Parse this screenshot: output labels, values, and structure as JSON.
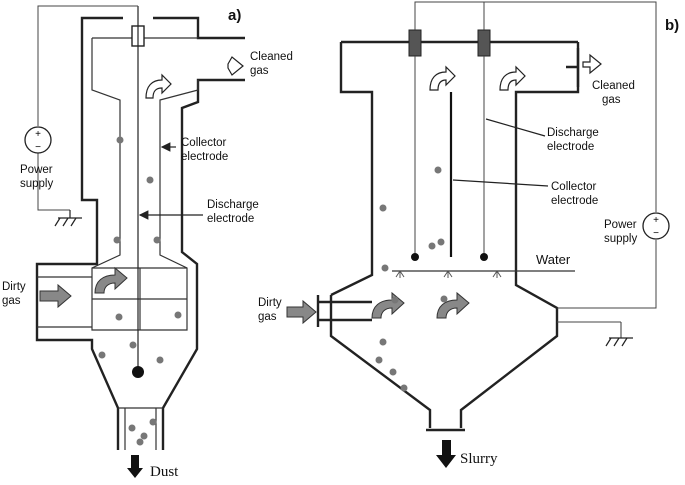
{
  "panel_a": {
    "tag": "a)",
    "cleaned_gas": [
      "Cleaned",
      "gas"
    ],
    "collector": [
      "Collector",
      "electrode"
    ],
    "discharge": [
      "Discharge",
      "electrode"
    ],
    "power": [
      "Power",
      "supply"
    ],
    "dirty_gas": [
      "Dirty",
      "gas"
    ],
    "dust": "Dust"
  },
  "panel_b": {
    "tag": "b)",
    "cleaned_gas": [
      "Cleaned",
      "gas"
    ],
    "discharge": [
      "Discharge",
      "electrode"
    ],
    "collector": [
      "Collector",
      "electrode"
    ],
    "water": "Water",
    "power": [
      "Power",
      "supply"
    ],
    "dirty_gas": [
      "Dirty",
      "gas"
    ],
    "slurry": "Slurry"
  },
  "colors": {
    "particle": "#777777",
    "arrow_fill": "#888888",
    "line": "#222222"
  }
}
